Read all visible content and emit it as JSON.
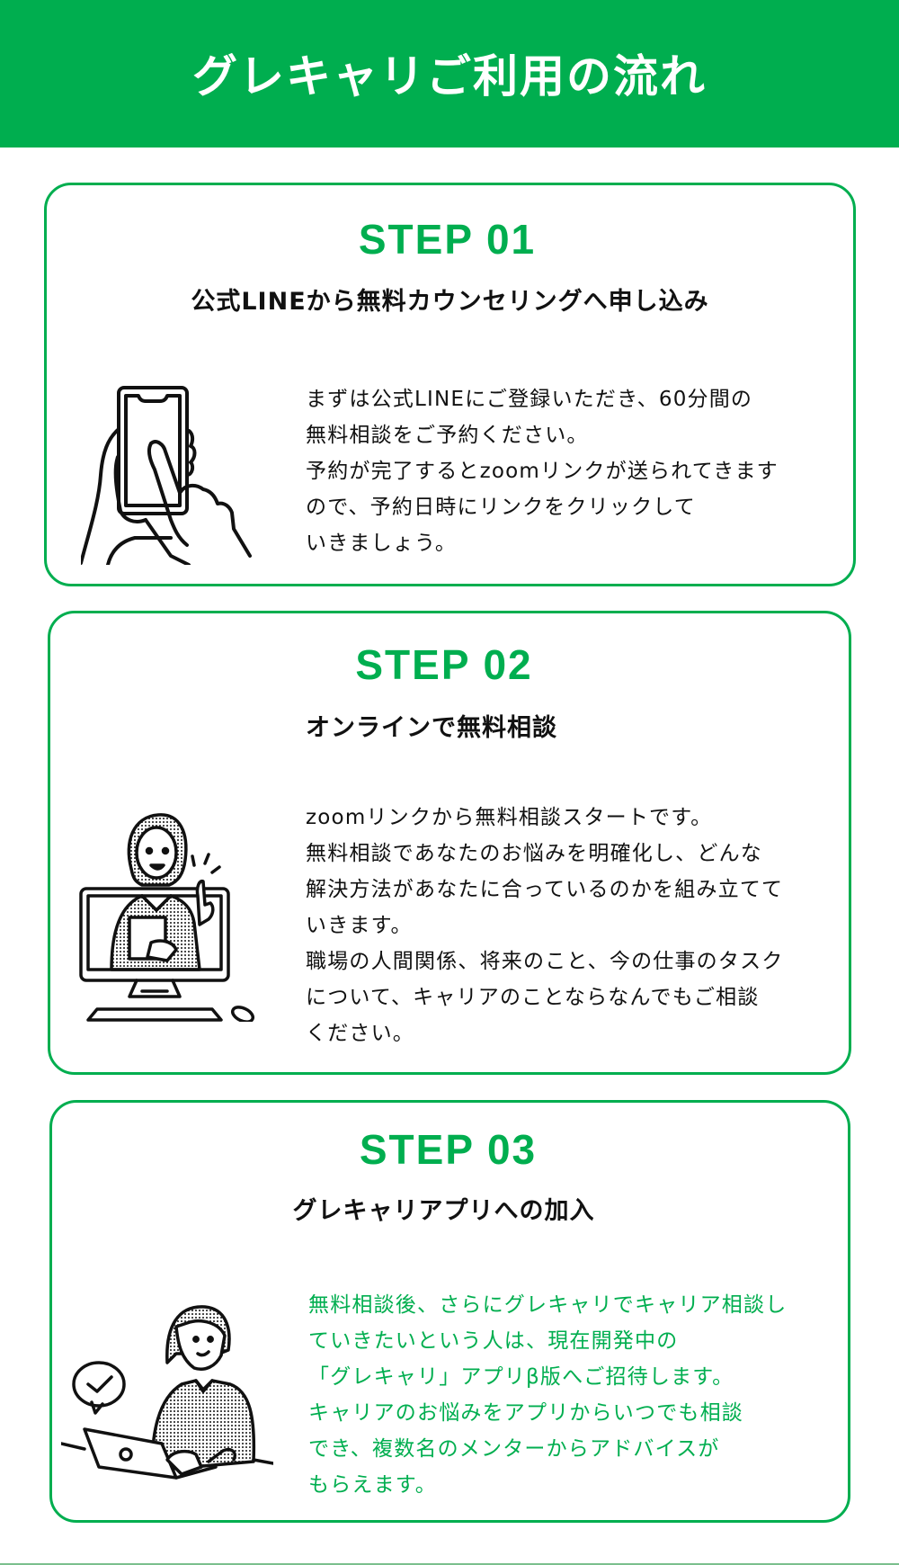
{
  "header": {
    "title": "グレキャリご利用の流れ"
  },
  "colors": {
    "accent": "#00ae4f",
    "text": "#111111",
    "background": "#ffffff"
  },
  "steps": [
    {
      "label": "STEP 01",
      "title": "公式LINEから無料カウンセリングへ申し込み",
      "illustration": "hands-holding-smartphone-icon",
      "lines": [
        "まずは公式LINEにご登録いただき、60分間の",
        "無料相談をご予約ください。",
        "予約が完了するとzoomリンクが送られてきます",
        "ので、予約日時にリンクをクリックして",
        "いきましょう。"
      ]
    },
    {
      "label": "STEP 02",
      "title": "オンラインで無料相談",
      "illustration": "online-counselor-monitor-icon",
      "lines": [
        "zoomリンクから無料相談スタートです。",
        "無料相談であなたのお悩みを明確化し、どんな",
        "解決方法があなたに合っているのかを組み立てて",
        "いきます。",
        "職場の人間関係、将来のこと、今の仕事のタスク",
        "について、キャリアのことならなんでもご相談",
        "ください。"
      ]
    },
    {
      "label": "STEP 03",
      "title": "グレキャリアプリへの加入",
      "illustration": "man-with-laptop-check-icon",
      "lines": [
        "無料相談後、さらにグレキャリでキャリア相談し",
        "ていきたいという人は、現在開発中の",
        "「グレキャリ」アプリβ版へご招待します。",
        "キャリアのお悩みをアプリからいつでも相談",
        "でき、複数名のメンターからアドバイスが",
        "もらえます。"
      ]
    }
  ]
}
